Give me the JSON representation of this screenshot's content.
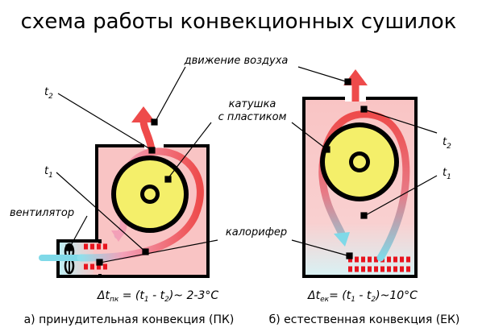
{
  "title": "схема работы конвекционных сушилок",
  "labels": {
    "air_movement": "движение воздуха",
    "coil_line1": "катушка",
    "coil_line2": "с пластиком",
    "fan": "вентилятор",
    "heater": "калорифер",
    "t2": "t",
    "t1": "t",
    "sub2": "2",
    "sub1": "1"
  },
  "formula_pk": {
    "prefix": "Δt",
    "sub": "пк",
    "body1": " = (t",
    "s1": "1",
    "body2": " - t",
    "s2": "2",
    "body3": ")~ 2-3°C"
  },
  "formula_ek": {
    "prefix": "Δt",
    "sub": "ек",
    "body1": "= (t",
    "s1": "1",
    "body2": " - t",
    "s2": "2",
    "body3": ")~10°C"
  },
  "caption_a": "а) принудительная конвекция (ПК)",
  "caption_b": "б) естественная конвекция (ЕК)",
  "colors": {
    "chamber_fill": "#f9c4c4",
    "hot_air": "#ee4b4b",
    "cold_air": "#7fd9e8",
    "coil_fill": "#f4ef6a",
    "heater_red": "#e8141e",
    "outline": "#000000"
  }
}
